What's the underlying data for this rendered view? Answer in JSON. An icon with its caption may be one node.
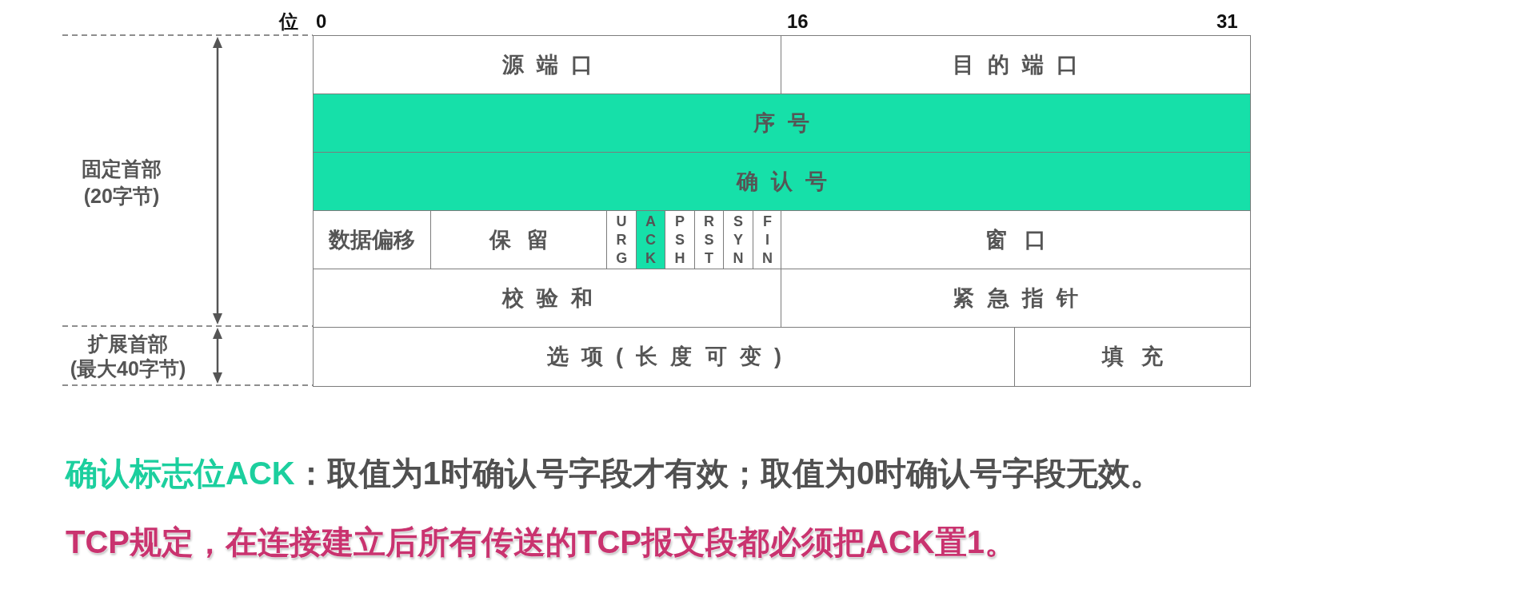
{
  "diagram": {
    "nodes": [
      {
        "text": [
          "源端口"
        ]
      },
      {
        "text": [
          "目的端口"
        ]
      },
      {
        "text": [
          "序号"
        ]
      },
      {
        "text": [
          "确认号"
        ]
      },
      {
        "text": [
          "数据偏移"
        ]
      },
      {
        "text": [
          "保留"
        ]
      },
      {
        "text": [
          "URG"
        ]
      },
      {
        "text": [
          "ACK"
        ]
      },
      {
        "text": [
          "PSH"
        ]
      },
      {
        "text": [
          "RST"
        ]
      },
      {
        "text": [
          "SYN"
        ]
      },
      {
        "text": [
          "FIN"
        ]
      },
      {
        "text": [
          "窗口"
        ]
      },
      {
        "text": [
          "校验和"
        ]
      },
      {
        "text": [
          "紧急指针"
        ]
      },
      {
        "text": [
          "选项(长度可变)"
        ]
      },
      {
        "text": [
          "填充"
        ]
      }
    ],
    "labels": [
      "位",
      "0",
      "16",
      "31",
      "固定首部",
      "(20字节)",
      "扩展首部",
      "(最大40字节)",
      "**确认标志位ACK**：取值为1时确认号字段才有效；取值为0时确认号字段无效。",
      "TCP规定，在连接建立后所有传送的TCP报文段都必须把ACK置1。"
    ]
  }
}
